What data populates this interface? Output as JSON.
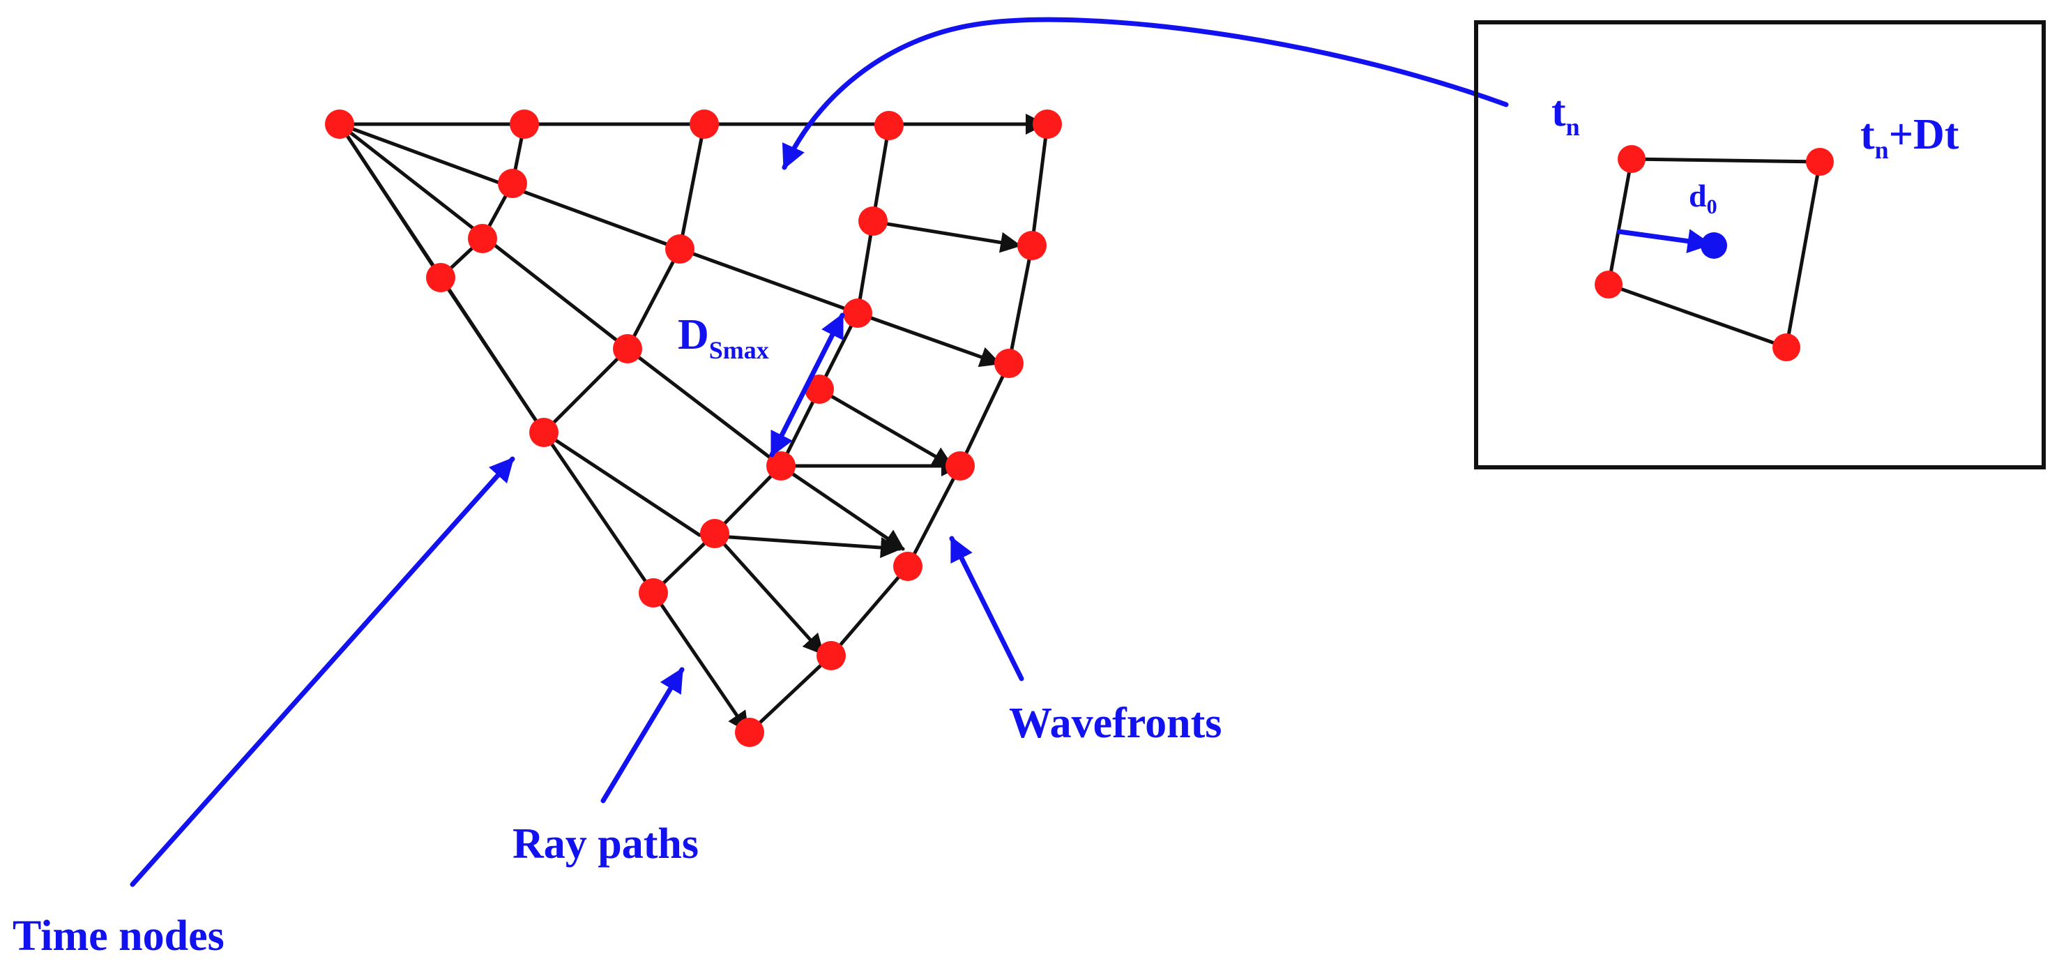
{
  "labels": {
    "time_nodes": "Time nodes",
    "ray_paths": "Ray paths",
    "wavefronts": "Wavefronts",
    "ds_main": "D",
    "ds_sub": "Smax",
    "tn_main": "t",
    "tn_sub": "n",
    "tn_dt_main": "t",
    "tn_dt_sub": "n",
    "tn_dt_suffix": "+Dt",
    "d0_main": "d",
    "d0_sub": "0"
  },
  "colors": {
    "annotation": "#1212f0",
    "node": "#ff1a1a",
    "line": "#111111",
    "background": "#ffffff"
  }
}
